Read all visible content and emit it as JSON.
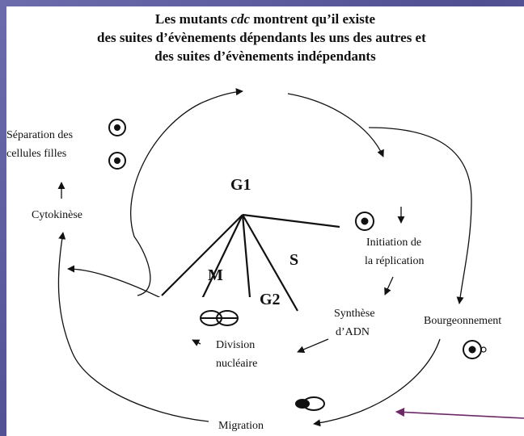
{
  "title": {
    "line1_prefix": "Les mutants ",
    "line1_emphasis": "cdc",
    "line1_suffix": " montrent qu’il existe",
    "line2": "des suites d’évènements  dépendants les uns des autres et",
    "line3": "des suites d’évènements indépendants"
  },
  "phases": {
    "g1": "G1",
    "s": "S",
    "g2": "G2",
    "m": "M"
  },
  "events": {
    "separation_line1": "Séparation des",
    "separation_line2": "cellules filles",
    "cytokinesis": "Cytokinèse",
    "initiation_line1": "Initiation de",
    "initiation_line2": "la réplication",
    "synthesis_line1": "Synthèse",
    "synthesis_line2": "d’ADN",
    "budding": "Bourgeonnement",
    "nuclear_division_line1": "Division",
    "nuclear_division_line2": "nucléaire",
    "migration": "Migration"
  },
  "colors": {
    "annotation_arrow": "#6b2a66",
    "frame": "#5a5a9c"
  }
}
